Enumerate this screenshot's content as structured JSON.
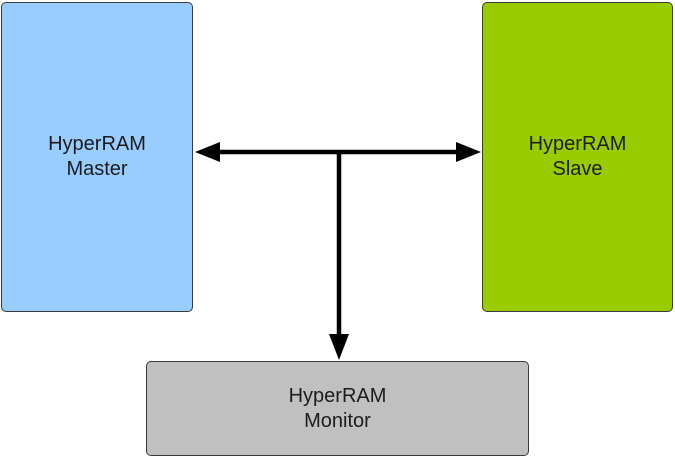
{
  "colors": {
    "master_fill": "#99ccff",
    "slave_fill": "#99cc00",
    "monitor_fill": "#c0c0c0",
    "connector": "#000000"
  },
  "blocks": {
    "master": {
      "line1": "HyperRAM",
      "line2": "Master"
    },
    "slave": {
      "line1": "HyperRAM",
      "line2": "Slave"
    },
    "monitor": {
      "line1": "HyperRAM",
      "line2": "Monitor"
    }
  }
}
